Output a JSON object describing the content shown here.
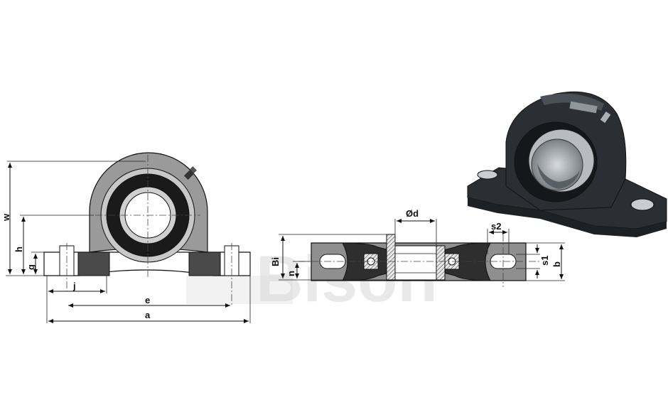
{
  "watermark": {
    "text": "Bison"
  },
  "labels": {
    "w": "w",
    "h": "h",
    "g": "g",
    "j": "j",
    "e": "e",
    "a": "a",
    "d": "Ød",
    "bi": "Bi",
    "n": "n",
    "s2": "s2",
    "s1": "s1",
    "b": "b"
  },
  "colors": {
    "housing_gray": "#9a9a9a",
    "dark_fill": "#3a3a3a",
    "seal_black": "#1a1a1a",
    "photo_housing": "#2b2f33",
    "ring_steel": "#b8bcc0",
    "watermark": "#d8d8d8"
  }
}
